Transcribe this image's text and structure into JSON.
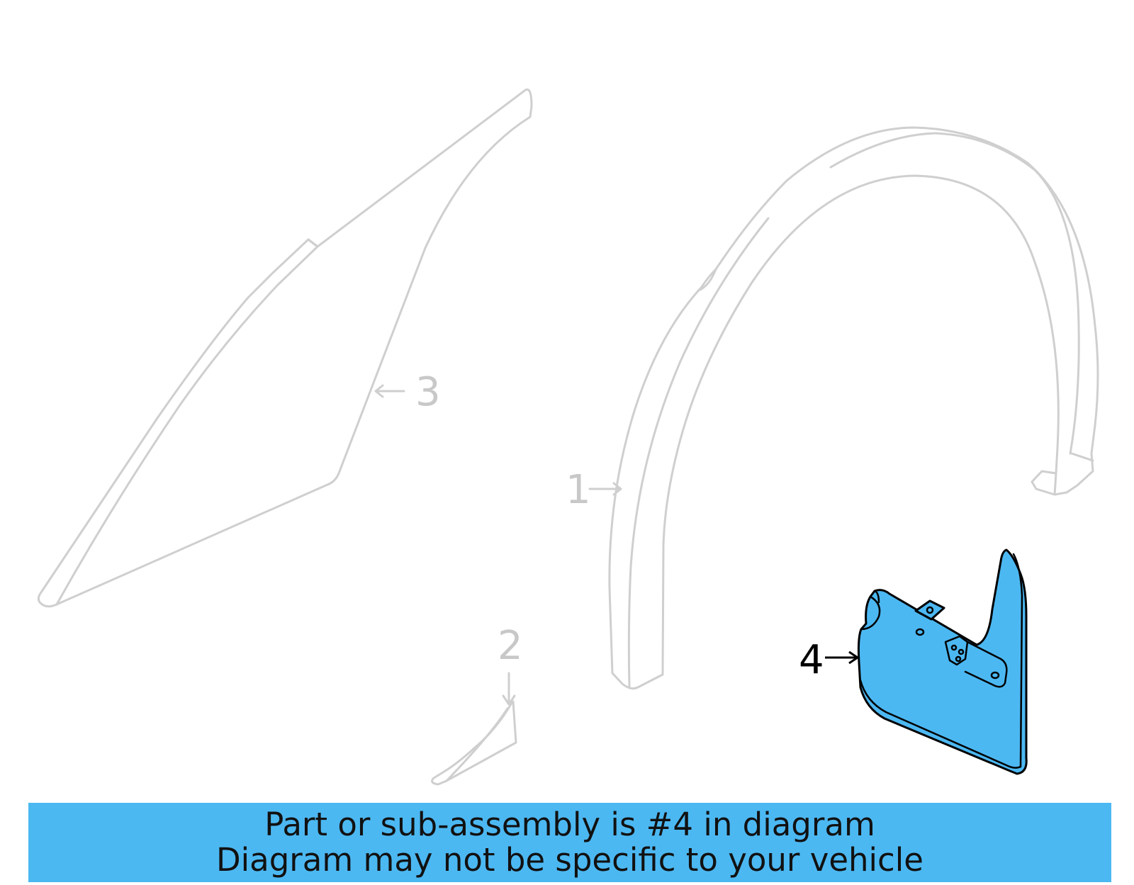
{
  "callouts": {
    "part_1": "1",
    "part_2": "2",
    "part_3": "3",
    "part_4": "4"
  },
  "banner": {
    "line1": "Part or sub-assembly is #4 in diagram",
    "line2": "Diagram may not be specific to your vehicle"
  },
  "highlighted_part": "4",
  "colors": {
    "highlight_fill": "#4cb8f2",
    "ghost_stroke": "#cfcfcf",
    "banner_bg": "#4cb8f2"
  }
}
